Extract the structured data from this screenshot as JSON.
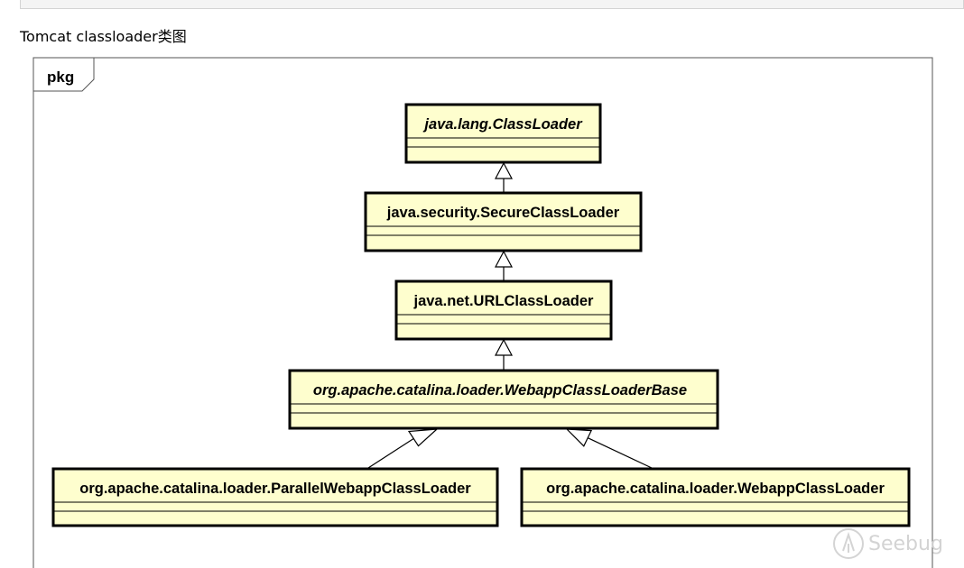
{
  "caption": "Tomcat classloader类图",
  "package": {
    "label": "pkg"
  },
  "classes": [
    {
      "id": "java_lang_classloader",
      "name": "java.lang.ClassLoader",
      "abstract": true
    },
    {
      "id": "secure_classloader",
      "name": "java.security.SecureClassLoader",
      "abstract": false
    },
    {
      "id": "url_classloader",
      "name": "java.net.URLClassLoader",
      "abstract": false
    },
    {
      "id": "webapp_classloader_base",
      "name": "org.apache.catalina.loader.WebappClassLoaderBase",
      "abstract": true
    },
    {
      "id": "parallel_webapp_classloader",
      "name": "org.apache.catalina.loader.ParallelWebappClassLoader",
      "abstract": false
    },
    {
      "id": "webapp_classloader",
      "name": "org.apache.catalina.loader.WebappClassLoader",
      "abstract": false
    }
  ],
  "relations": [
    {
      "type": "generalization",
      "from": "secure_classloader",
      "to": "java_lang_classloader"
    },
    {
      "type": "generalization",
      "from": "url_classloader",
      "to": "secure_classloader"
    },
    {
      "type": "generalization",
      "from": "webapp_classloader_base",
      "to": "url_classloader"
    },
    {
      "type": "generalization",
      "from": "parallel_webapp_classloader",
      "to": "webapp_classloader_base"
    },
    {
      "type": "generalization",
      "from": "webapp_classloader",
      "to": "webapp_classloader_base"
    }
  ],
  "colors": {
    "class_fill": "#fefece",
    "class_border": "#000000",
    "frame_border": "#555555"
  },
  "watermark": {
    "text": "Seebug",
    "icon": "seebug-logo-icon"
  }
}
